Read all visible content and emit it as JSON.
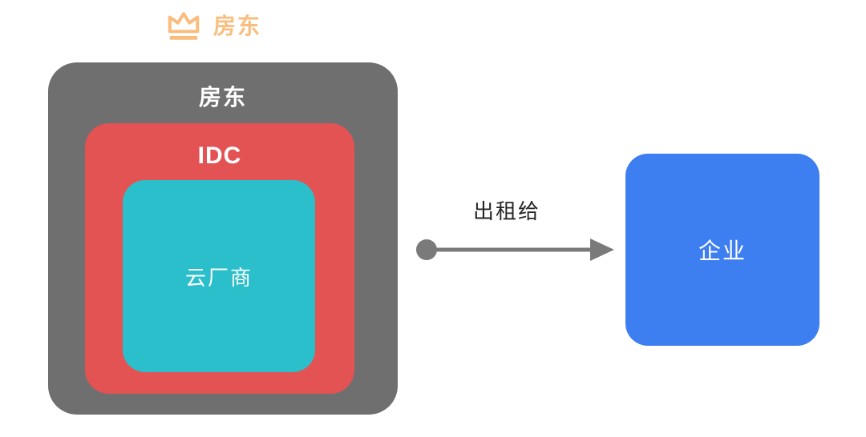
{
  "legend": {
    "icon": "crown-icon",
    "label": "房东",
    "color": "#FABD7E"
  },
  "diagram": {
    "outer_box": {
      "label": "房东",
      "color": "#6F6F6F",
      "text_color": "#FFFFFF"
    },
    "middle_box": {
      "label": "IDC",
      "color": "#E45353",
      "text_color": "#FFFFFF"
    },
    "inner_box": {
      "label": "云厂商",
      "color": "#2BBECB",
      "text_color": "#FFFFFF"
    },
    "target_box": {
      "label": "企业",
      "color": "#3D7EF0",
      "text_color": "#FFFFFF"
    },
    "arrow": {
      "label": "出租给",
      "color": "#7A7A7A",
      "label_color": "#262626"
    }
  }
}
